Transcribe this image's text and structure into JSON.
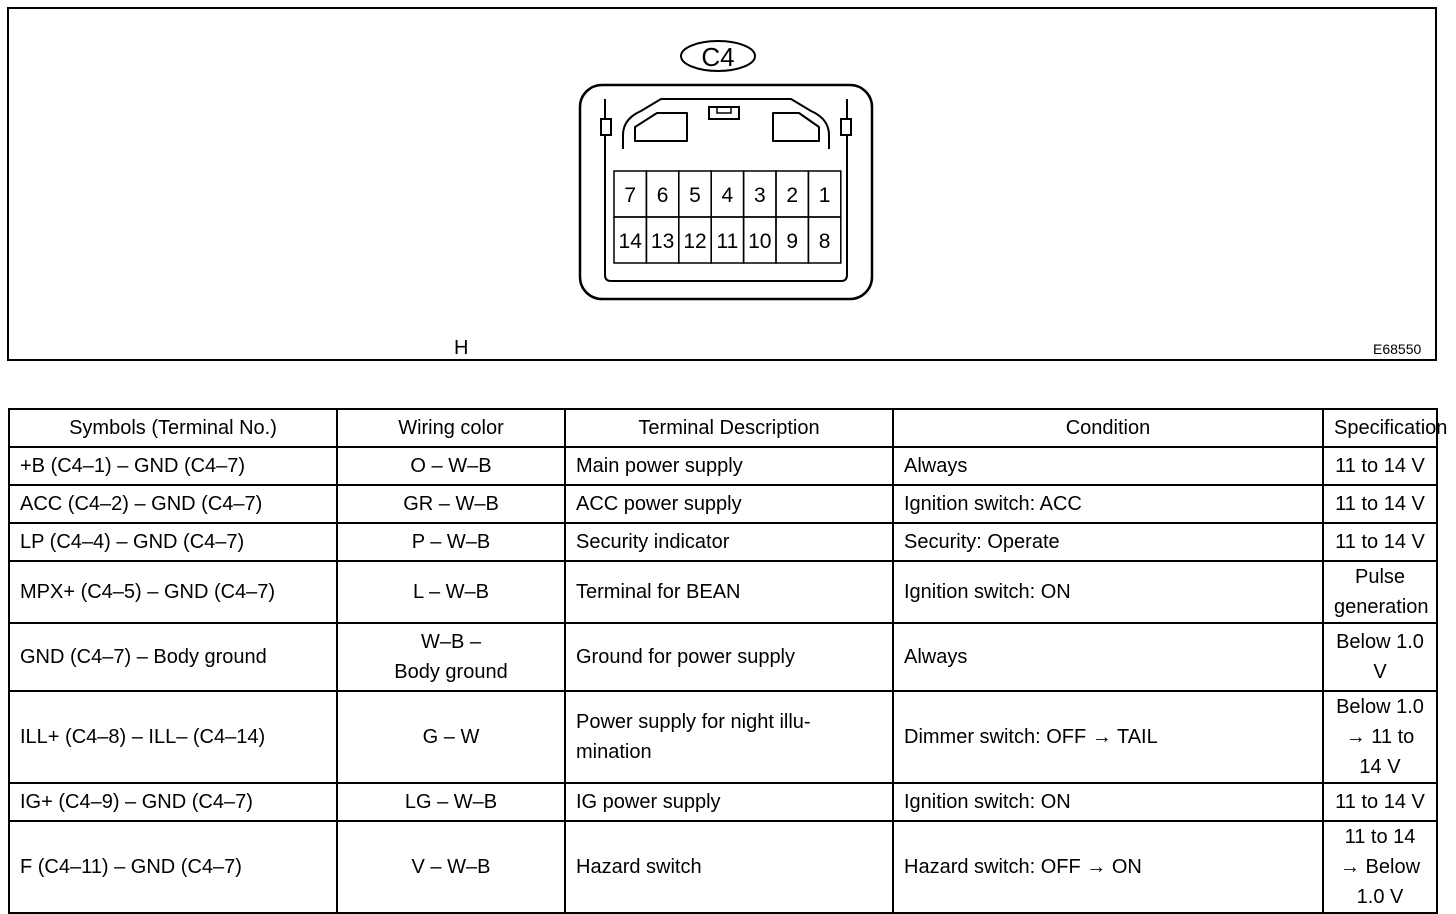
{
  "diagram": {
    "connector_label": "C4",
    "view_letter": "H",
    "figure_code": "E68550",
    "pins_top": [
      "7",
      "6",
      "5",
      "4",
      "3",
      "2",
      "1"
    ],
    "pins_bottom": [
      "14",
      "13",
      "12",
      "11",
      "10",
      "9",
      "8"
    ]
  },
  "table": {
    "headers": [
      "Symbols (Terminal No.)",
      "Wiring color",
      "Terminal Description",
      "Condition",
      "Specification"
    ],
    "rows": [
      {
        "symbols": "+B (C4–1) – GND (C4–7)",
        "wiring": [
          "O – W–B"
        ],
        "description": [
          "Main power supply"
        ],
        "condition": "Always",
        "spec": [
          "11 to 14 V"
        ]
      },
      {
        "symbols": "ACC (C4–2) – GND (C4–7)",
        "wiring": [
          "GR – W–B"
        ],
        "description": [
          "ACC power supply"
        ],
        "condition": "Ignition switch: ACC",
        "spec": [
          "11 to 14 V"
        ]
      },
      {
        "symbols": "LP (C4–4) – GND (C4–7)",
        "wiring": [
          "P – W–B"
        ],
        "description": [
          "Security indicator"
        ],
        "condition": "Security: Operate",
        "spec": [
          "11 to 14 V"
        ]
      },
      {
        "symbols": "MPX+ (C4–5) – GND (C4–7)",
        "wiring": [
          "L – W–B"
        ],
        "description": [
          "Terminal for BEAN"
        ],
        "condition": "Ignition switch: ON",
        "spec": [
          "Pulse generation"
        ]
      },
      {
        "symbols": "GND (C4–7) – Body ground",
        "wiring": [
          "W–B –",
          "Body ground"
        ],
        "description": [
          "Ground for power supply"
        ],
        "condition": "Always",
        "spec": [
          "Below 1.0 V"
        ]
      },
      {
        "symbols": "ILL+ (C4–8) – ILL– (C4–14)",
        "wiring": [
          "G – W"
        ],
        "description": [
          "Power supply for night illu-",
          "mination"
        ],
        "condition": "Dimmer switch: OFF → TAIL",
        "spec": [
          "Below 1.0",
          "→ 11 to 14 V"
        ]
      },
      {
        "symbols": "IG+ (C4–9) – GND (C4–7)",
        "wiring": [
          "LG – W–B"
        ],
        "description": [
          "IG power supply"
        ],
        "condition": "Ignition switch: ON",
        "spec": [
          "11 to 14 V"
        ]
      },
      {
        "symbols": "F (C4–11) – GND (C4–7)",
        "wiring": [
          "V – W–B"
        ],
        "description": [
          "Hazard switch"
        ],
        "condition": "Hazard switch: OFF → ON",
        "spec": [
          "11 to 14",
          "→ Below 1.0 V"
        ]
      }
    ]
  }
}
